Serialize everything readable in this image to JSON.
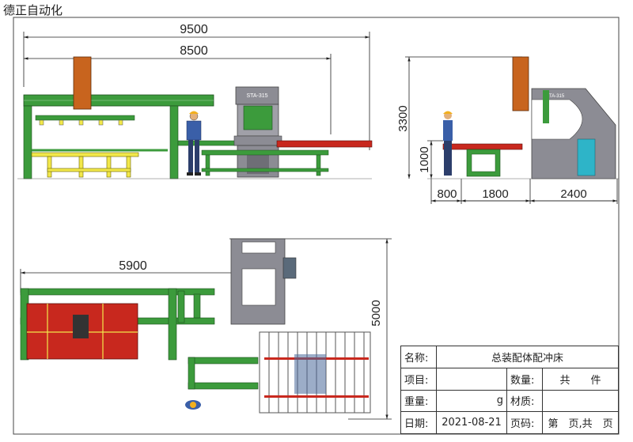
{
  "header": {
    "company": "德正自动化"
  },
  "dimensions": {
    "total_length": "9500",
    "line_length": "8500",
    "height": "3300",
    "work_height": "1000",
    "seg_a": "800",
    "seg_b": "1800",
    "seg_c": "2400",
    "plan_length": "5900",
    "plan_width": "5000"
  },
  "press_labels": {
    "front": "STA-315",
    "side": "STA-315"
  },
  "title_block": {
    "name_label": "名称:",
    "name_value": "总装配体配冲床",
    "item_label": "项目:",
    "item_value": "",
    "qty_label": "数量:",
    "qty_value": "共　　件",
    "weight_label": "重量:",
    "weight_unit": "g",
    "material_label": "材质:",
    "material_value": "",
    "date_label": "日期:",
    "date_value": "2021-08-21",
    "page_label": "页码:",
    "page_value": "第　页,共　页"
  },
  "colors": {
    "frame_green": "#3c9b3c",
    "guard_yellow": "#f2e84b",
    "press_gray": "#8c8c94",
    "feeder_orange": "#c8641e",
    "table_red": "#c8281e",
    "cabinet_cyan": "#2eb4c8"
  }
}
